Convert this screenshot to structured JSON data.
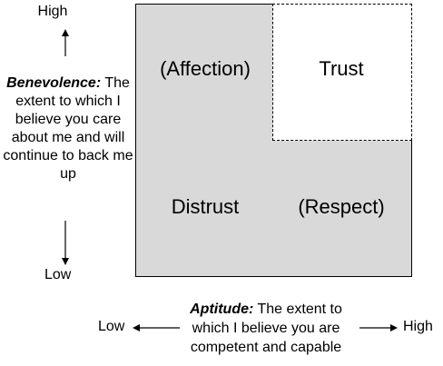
{
  "y_axis": {
    "high_label": "High",
    "low_label": "Low",
    "title": "Benevolence:",
    "description": "The extent to which I believe you care about me and will continue to back me up"
  },
  "x_axis": {
    "low_label": "Low",
    "high_label": "High",
    "title": "Aptitude:",
    "description": "The extent to which I believe you are competent and capable"
  },
  "quadrants": {
    "top_left": "(Affection)",
    "top_right": "Trust",
    "bottom_left": "Distrust",
    "bottom_right": "(Respect)"
  },
  "colors": {
    "fill": "#d9d9d9",
    "highlight": "#ffffff",
    "line": "#000000"
  }
}
